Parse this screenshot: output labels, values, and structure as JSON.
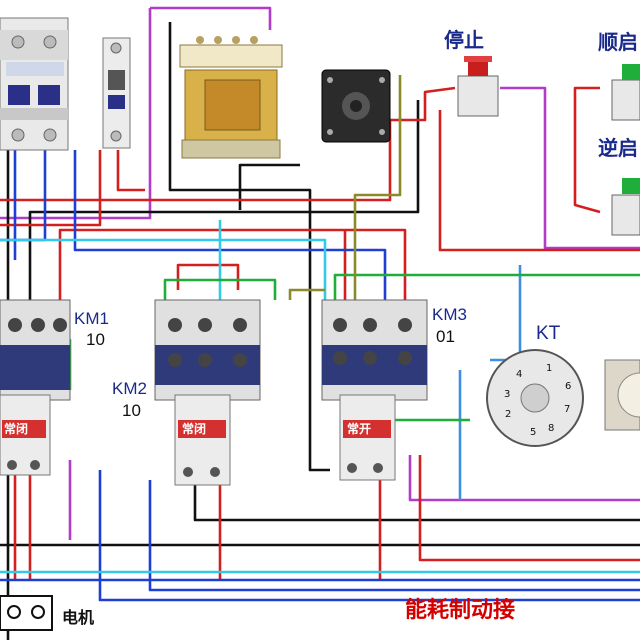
{
  "contactors": [
    {
      "label": "KM1",
      "contacts": "10",
      "relay_label": "常闭"
    },
    {
      "label": "KM2",
      "contacts": "10",
      "relay_label": "常闭"
    },
    {
      "label": "KM3",
      "contacts": "01",
      "relay_label": "常开"
    }
  ],
  "buttons": {
    "stop": "停止",
    "forward": "顺启",
    "reverse": "逆启"
  },
  "timer": {
    "label": "KT",
    "pins": [
      "1",
      "2",
      "3",
      "4",
      "5",
      "6",
      "7",
      "8"
    ]
  },
  "motor_label": "电机",
  "caption": "能耗制动接",
  "colors": {
    "red": "#d41f1f",
    "blue": "#1f3fd4",
    "black": "#111111",
    "green": "#1fae3a",
    "cyan": "#33c9e8",
    "purple": "#b03cc9",
    "olive": "#8a8a2a",
    "light_blue": "#3f8fe0"
  }
}
